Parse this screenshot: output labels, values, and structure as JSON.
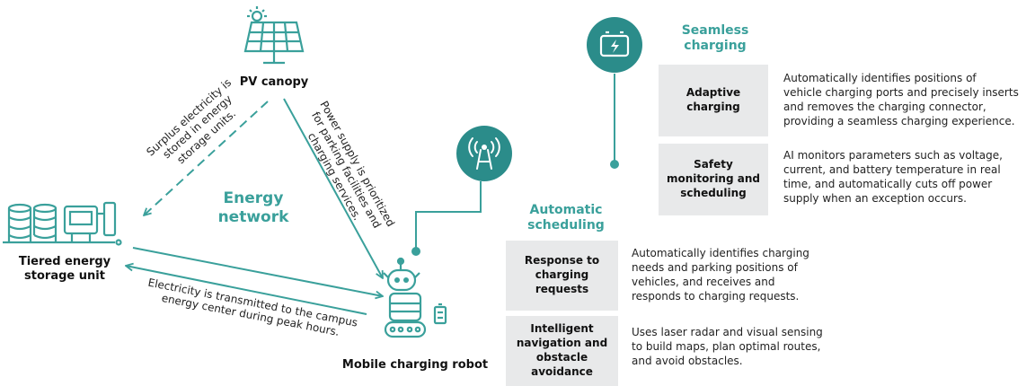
{
  "pv_canopy": {
    "label": "PV canopy"
  },
  "storage": {
    "label_line1": "Tiered energy",
    "label_line2": "storage unit"
  },
  "robot": {
    "label": "Mobile charging robot"
  },
  "energy_network": {
    "line1": "Energy",
    "line2": "network"
  },
  "flows": {
    "surplus": [
      "Surplus electricity is",
      "stored in energy",
      "storage units."
    ],
    "power_supply": [
      "Power supply is prioritized",
      "for parking facilities and",
      "charging services."
    ],
    "peak": [
      "Electricity is transmitted to the campus",
      "energy center during peak hours."
    ]
  },
  "seamless": {
    "title_line1": "Seamless",
    "title_line2": "charging",
    "items": [
      {
        "name": [
          "Adaptive",
          "charging"
        ],
        "desc": [
          "Automatically identifies positions of",
          "vehicle charging ports and precisely inserts",
          "and removes the charging connector,",
          "providing a seamless charging experience."
        ]
      },
      {
        "name": [
          "Safety",
          "monitoring and",
          "scheduling"
        ],
        "desc": [
          "AI monitors parameters such as voltage,",
          "current, and battery temperature in real",
          "time, and automatically cuts off power",
          "supply when an exception occurs."
        ]
      }
    ]
  },
  "scheduling": {
    "title_line1": "Automatic",
    "title_line2": "scheduling",
    "items": [
      {
        "name": [
          "Response to",
          "charging",
          "requests"
        ],
        "desc": [
          "Automatically identifies charging",
          "needs and parking positions of",
          "vehicles, and receives and",
          "responds to charging requests."
        ]
      },
      {
        "name": [
          "Intelligent",
          "navigation and",
          "obstacle",
          "avoidance"
        ],
        "desc": [
          "Uses laser radar and visual sensing",
          "to build maps, plan optimal routes,",
          "and avoid obstacles."
        ]
      }
    ]
  },
  "colors": {
    "teal": "#3aa09b",
    "icon_circle": "#2b8c8a",
    "panel": "#e8e9ea"
  },
  "icons": {
    "pv": "solar-panel-icon",
    "storage": "energy-storage-icon",
    "robot": "robot-icon",
    "charging": "battery-charging-icon",
    "signal": "signal-tower-icon"
  }
}
